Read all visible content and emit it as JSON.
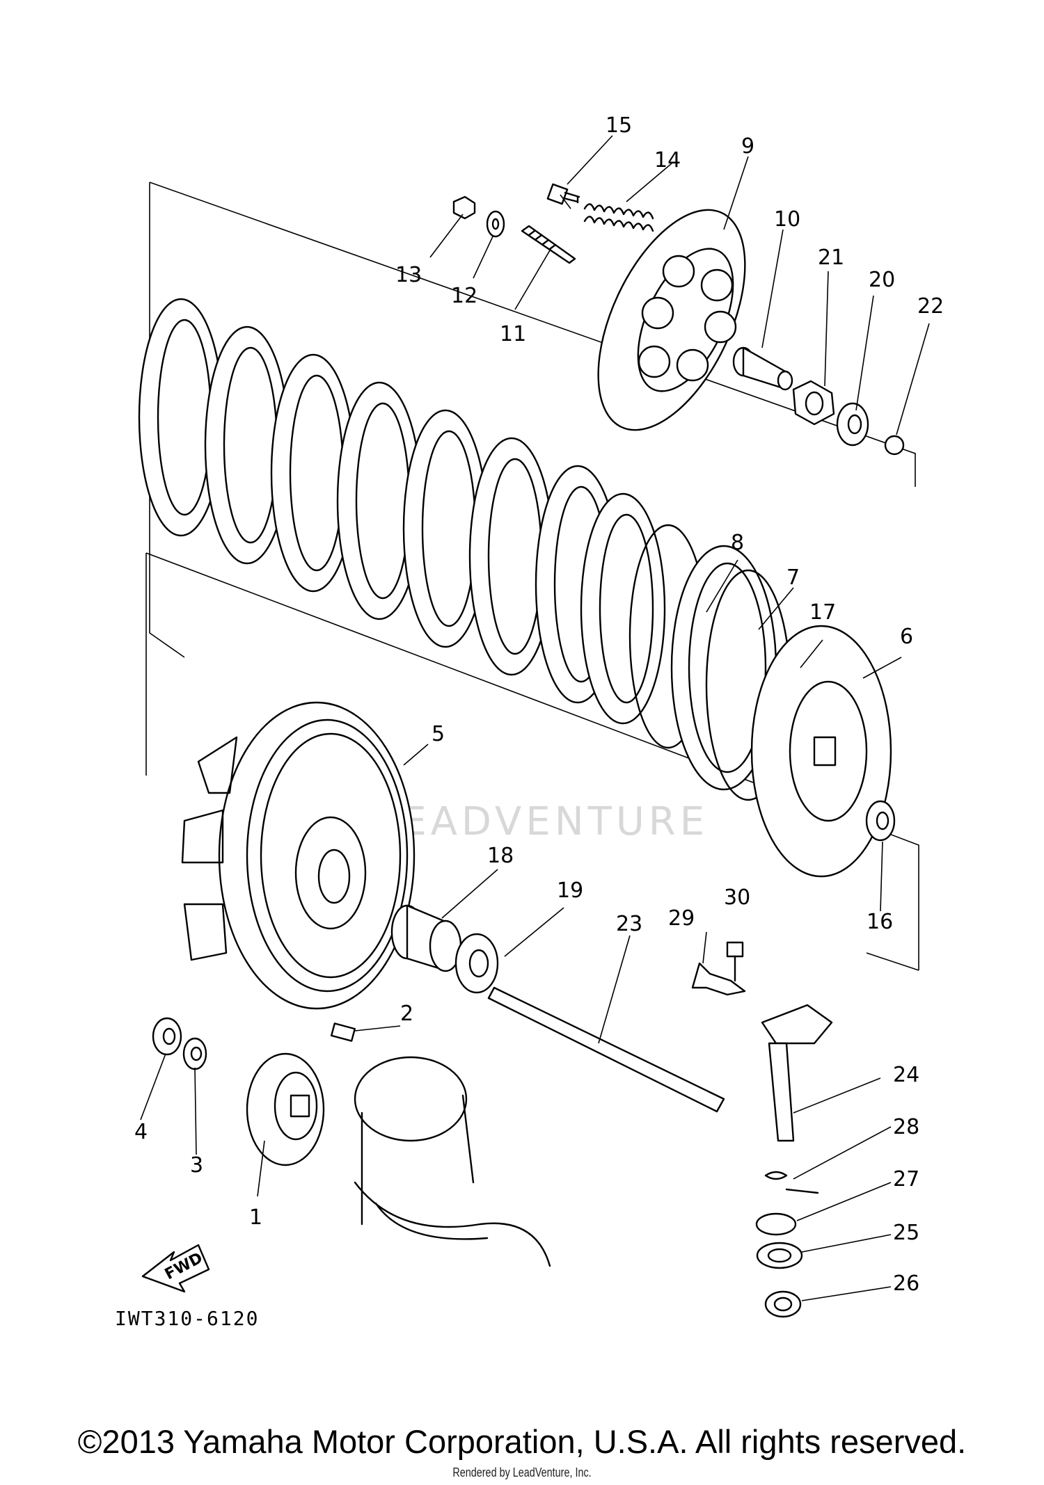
{
  "diagram": {
    "watermark": "LEADVENTURE",
    "drawing_code": "IWT310-6120",
    "direction_label": "FWD",
    "callouts": [
      "1",
      "2",
      "3",
      "4",
      "5",
      "6",
      "7",
      "8",
      "9",
      "10",
      "11",
      "12",
      "13",
      "14",
      "15",
      "16",
      "17",
      "18",
      "19",
      "20",
      "21",
      "22",
      "23",
      "24",
      "25",
      "26",
      "27",
      "28",
      "29",
      "30"
    ]
  },
  "footer": {
    "copyright": "©2013 Yamaha Motor Corporation, U.S.A. All rights reserved.",
    "rendered_by": "Rendered by LeadVenture, Inc."
  }
}
